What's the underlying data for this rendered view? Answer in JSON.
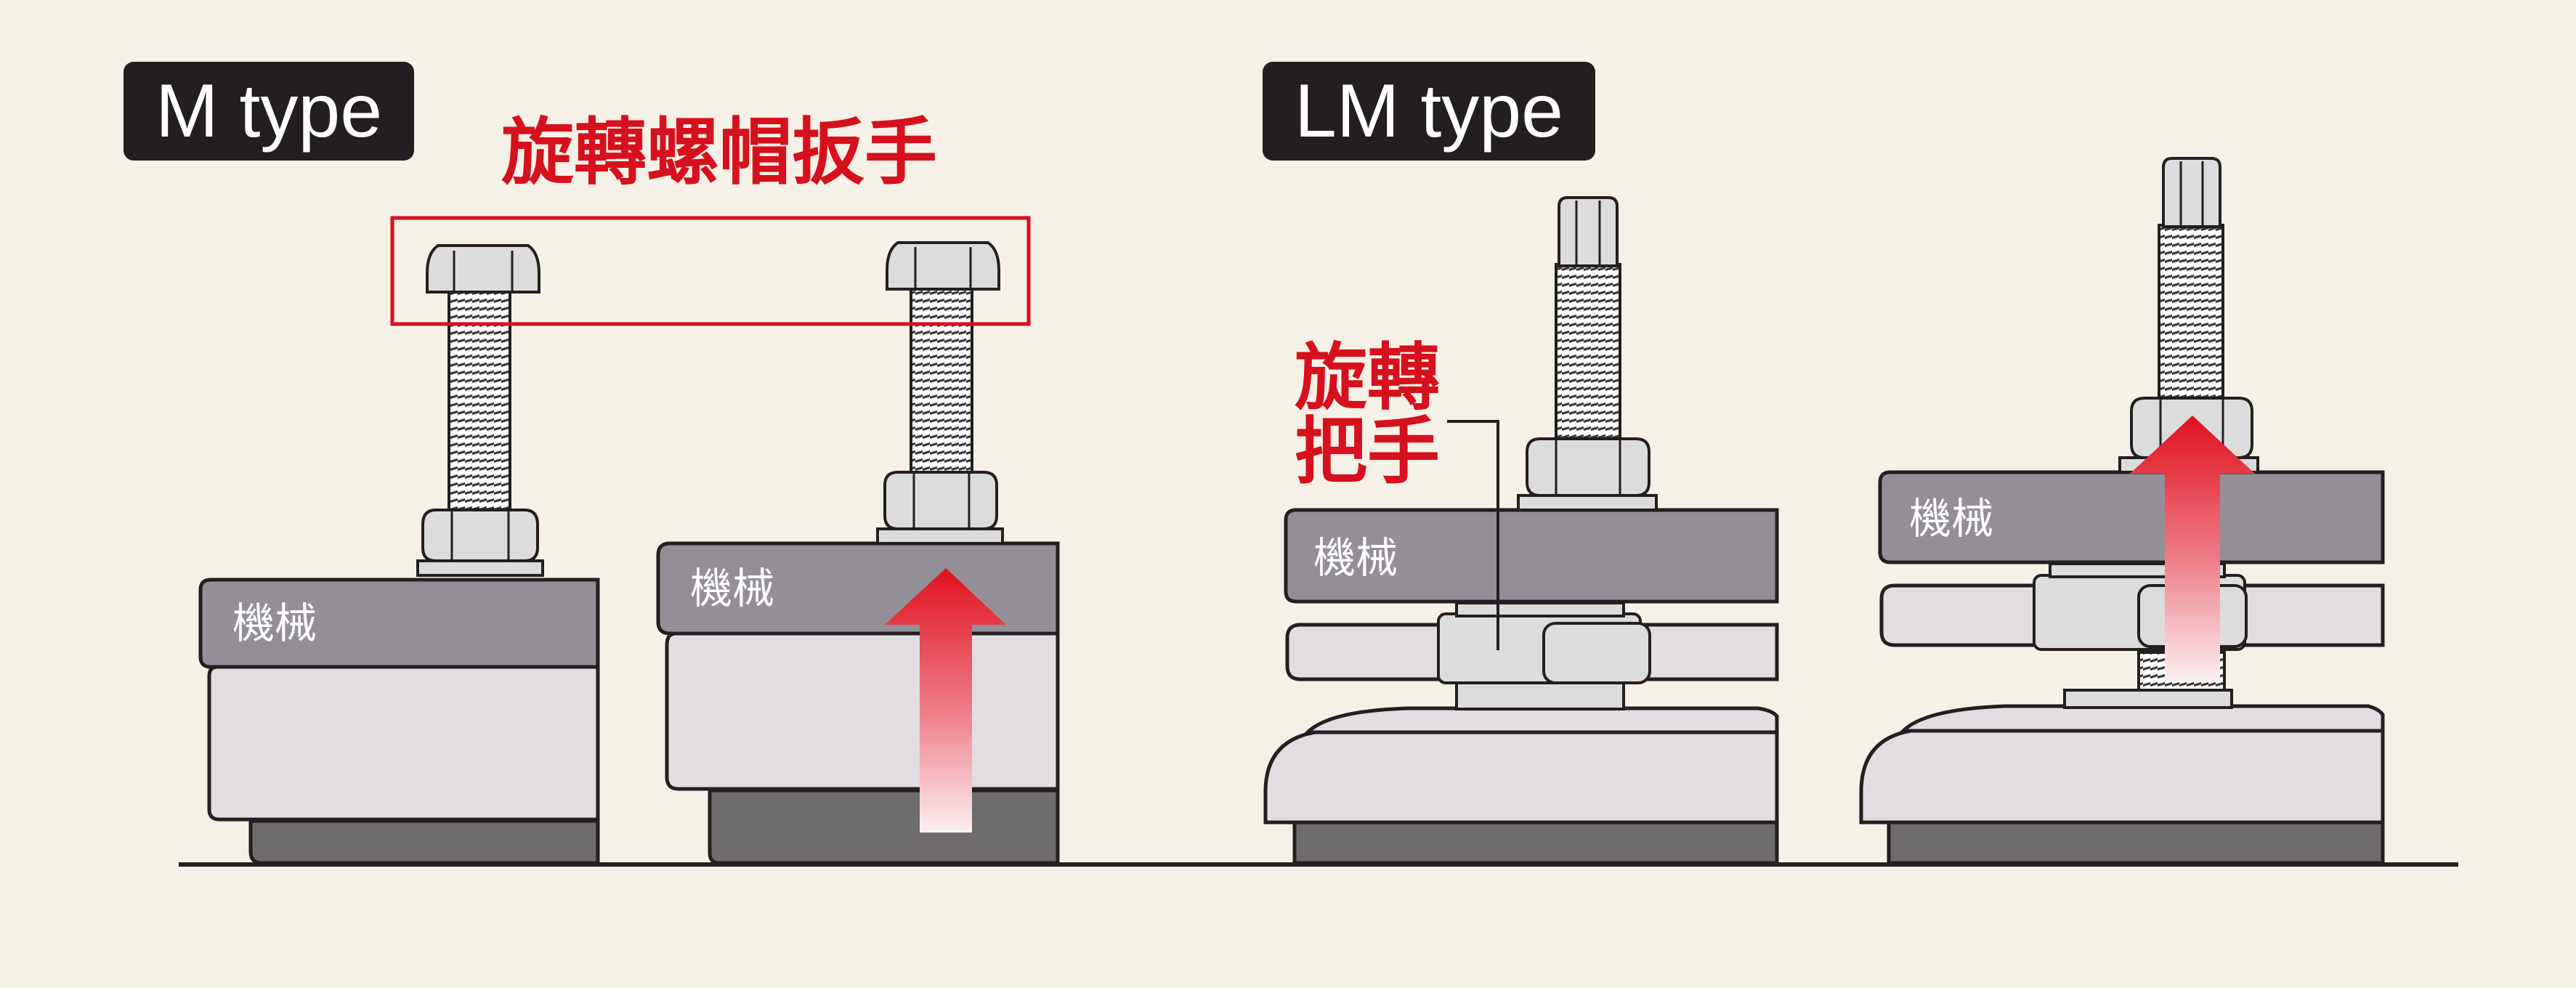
{
  "titles": {
    "m_type": "M type",
    "lm_type": "LM type"
  },
  "annotations": {
    "wrench": "旋轉螺帽扳手",
    "rotate_line1": "旋轉",
    "rotate_line2": "把手"
  },
  "machine_label": "機械",
  "colors": {
    "background": "#f5f1e6",
    "label_bg": "#231f20",
    "accent_red": "#d7101e",
    "machine_gray": "#948f96",
    "body_light": "#e1dde1",
    "base_dark": "#6e6b6c",
    "steel": "#dcdcdc"
  }
}
